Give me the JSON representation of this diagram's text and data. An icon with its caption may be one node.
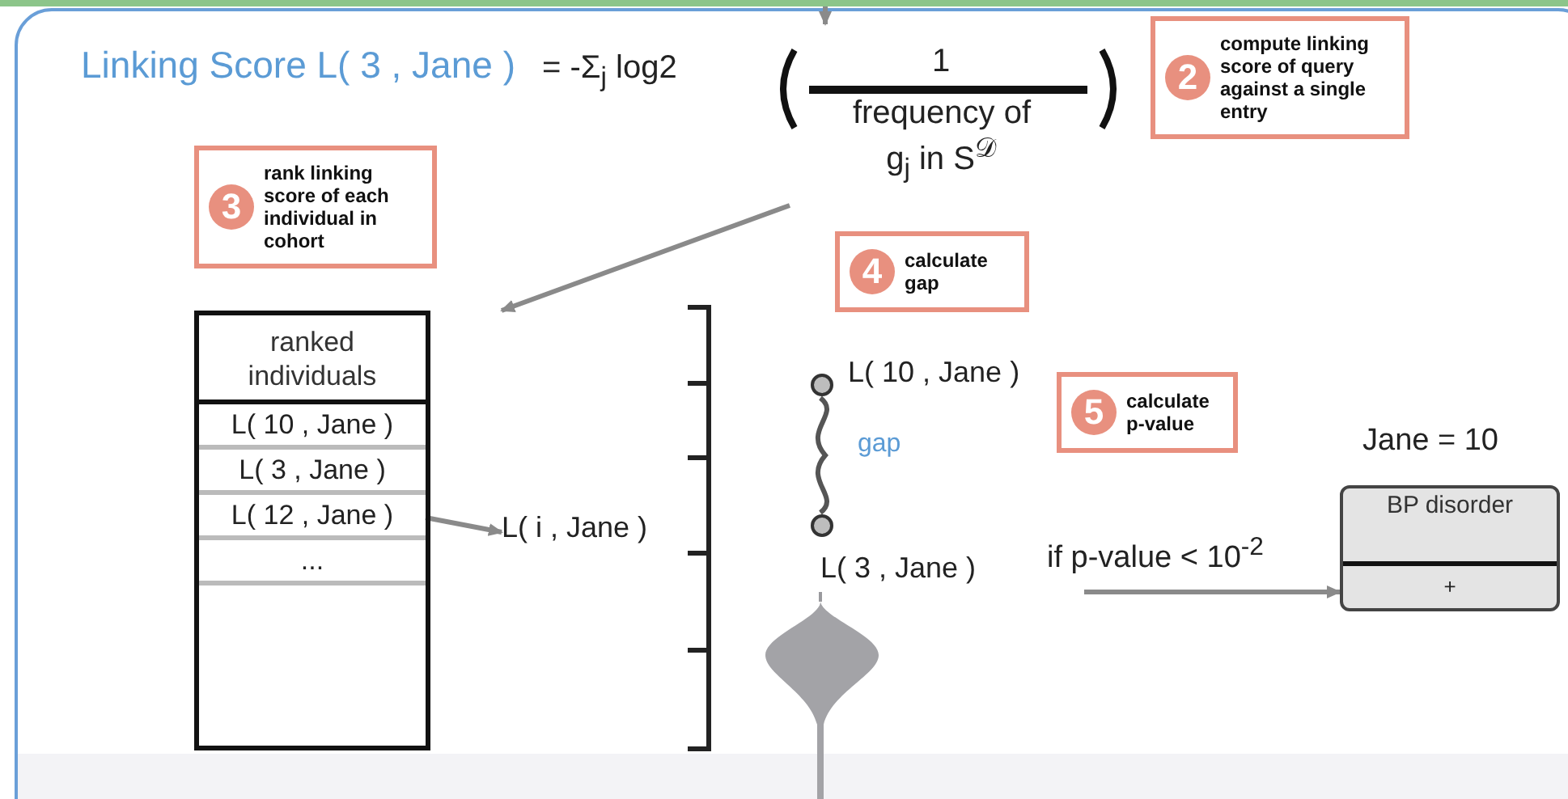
{
  "diagram": {
    "nodes": [
      {
        "text": [
          "Linking Score L( 3 , Jane )",
          "= -Σ$_{j}$ log2",
          "1",
          "frequency of g$_{j}$ in S$^{𝒟}$"
        ]
      },
      {
        "text": [
          "2",
          "compute linking score of query against a single entry"
        ]
      },
      {
        "text": [
          "3",
          "rank linking score of each individual in cohort"
        ]
      },
      {
        "text": [
          "4",
          "calculate gap"
        ]
      },
      {
        "text": [
          "ranked individuals"
        ]
      },
      {
        "text": [
          "L( 10 , Jane )"
        ],
        "in": 4
      },
      {
        "text": [
          "L( 3 , Jane )"
        ],
        "in": 4
      },
      {
        "text": [
          "L( 12 , Jane )"
        ],
        "in": 4
      },
      {
        "text": [
          "..."
        ],
        "in": 4
      },
      {
        "text": [
          "L( i , Jane )"
        ]
      },
      {
        "text": [
          "L( 10 , Jane )"
        ]
      },
      {
        "text": [
          "5",
          "calculate p-value"
        ]
      },
      {
        "text": [
          "L( 3 , Jane )"
        ]
      },
      {
        "text": [
          "BP disorder",
          "+"
        ],
        "beside": [
          "Jane = 10"
        ]
      }
    ],
    "edges": [
      {
        "from": null,
        "to": 0,
        "arrow": "to"
      },
      {
        "from": 0,
        "to": 4,
        "arrow": "to"
      },
      {
        "from": 7,
        "to": 9,
        "arrow": "to"
      },
      {
        "from": 10,
        "to": 12,
        "arrow": "none",
        "label": "gap"
      },
      {
        "from": null,
        "to": 13,
        "arrow": "to",
        "label": "if p-value < 10$^{-2}$"
      }
    ]
  }
}
